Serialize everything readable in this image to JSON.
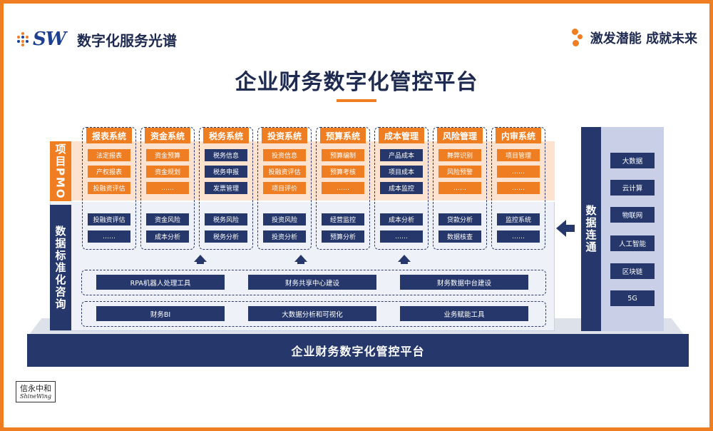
{
  "header": {
    "brand_logo_text": "SW",
    "brand_title": "数字化服务光谱",
    "slogan": "激发潜能 成就未来"
  },
  "main_title": "企业财务数字化管控平台",
  "side_labels": {
    "pmo": "项目PMO",
    "standardization": "数据标准化咨询",
    "data_pipeline": "数据连通"
  },
  "systems": [
    {
      "name": "报表系统",
      "top": [
        "法定报表",
        "产权报表",
        "投融资评估"
      ],
      "bottom": [
        "投融资评估",
        "……"
      ]
    },
    {
      "name": "资金系统",
      "top": [
        "资金预算",
        "资金规划",
        "……"
      ],
      "bottom": [
        "资金风险",
        "成本分析"
      ]
    },
    {
      "name": "税务系统",
      "top": [
        "税务信息",
        "税务申报",
        "发票管理"
      ],
      "bottom": [
        "税务风险",
        "税务分析"
      ]
    },
    {
      "name": "投资系统",
      "top": [
        "投资信息",
        "投融资评估",
        "项目评价"
      ],
      "bottom": [
        "投资风险",
        "投资分析"
      ]
    },
    {
      "name": "预算系统",
      "top": [
        "预算编制",
        "预算考核",
        "……"
      ],
      "bottom": [
        "经营监控",
        "预算分析"
      ]
    },
    {
      "name": "成本管理",
      "top": [
        "产品成本",
        "项目成本",
        "成本监控"
      ],
      "bottom": [
        "成本分析",
        "……"
      ]
    },
    {
      "name": "风险管理",
      "top": [
        "舞弊识别",
        "风险预警",
        "……"
      ],
      "bottom": [
        "贷款分析",
        "数据核查"
      ]
    },
    {
      "name": "内审系统",
      "top": [
        "项目管理",
        "……",
        "……"
      ],
      "bottom": [
        "监控系统",
        "……"
      ]
    }
  ],
  "tools_row1": [
    "RPA机器人处理工具",
    "财务共享中心建设",
    "财务数据中台建设"
  ],
  "tools_row2": [
    "财务BI",
    "大数据分析和可视化",
    "业务赋能工具"
  ],
  "technologies": [
    "大数据",
    "云计算",
    "物联网",
    "人工智能",
    "区块链",
    "5G"
  ],
  "base_platform": "企业财务数字化管控平台",
  "stamp": {
    "chinese": "信永中和",
    "english": "ShineWing"
  },
  "colors": {
    "orange": "#ef7d22",
    "navy": "#25376b",
    "light_orange": "#fde3cf",
    "light_blue": "#c9cfe6"
  }
}
